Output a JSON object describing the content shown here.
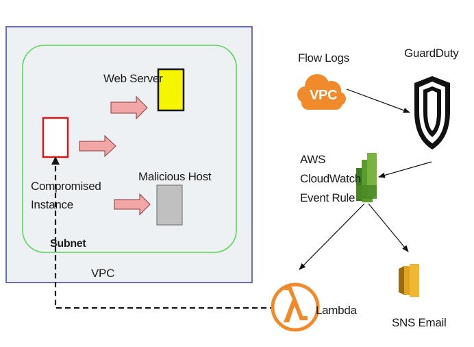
{
  "labels": {
    "web_server": "Web Server",
    "malicious_host": "Malicious Host",
    "compromised_line1": "Compromised",
    "compromised_line2": "Instance",
    "subnet": "Subnet",
    "vpc": "VPC",
    "flow_logs": "Flow Logs",
    "vpc_icon_text": "VPC",
    "guardduty": "GuardDuty",
    "aws_line1": "AWS",
    "aws_line2": "CloudWatch",
    "aws_line3": "Event Rule",
    "lambda": "Lambda",
    "sns_email": "SNS Email"
  },
  "colors": {
    "vpc_border": "#3a3d9e",
    "vpc_fill": "#eef1f4",
    "subnet_border": "#5bd65b",
    "web_server_fill": "#f5f500",
    "malicious_fill": "#c0c0c0",
    "compromised_border": "#d81818",
    "arrow_fill": "#f2a6a6",
    "aws_orange": "#f08a2a",
    "cloudwatch_green": "#5a9a2e",
    "sns_gold": "#d89a1a"
  },
  "icons": [
    "vpc-cloud-icon",
    "guardduty-shield-icon",
    "cloudwatch-icon",
    "lambda-icon",
    "sns-icon"
  ]
}
